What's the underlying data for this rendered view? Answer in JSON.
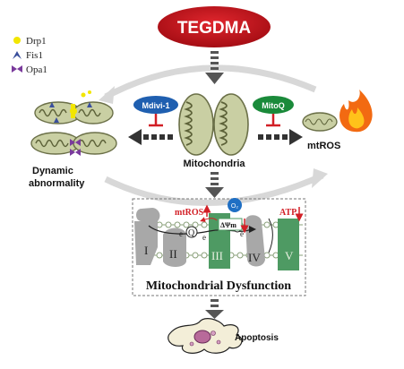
{
  "title_oval": {
    "label": "TEGDMA",
    "color": "#c8161d"
  },
  "legend": {
    "items": [
      {
        "label": "Drp1",
        "icon": "yellow-dot-icon",
        "color": "#f2e600"
      },
      {
        "label": "Fis1",
        "icon": "blue-chevron-icon",
        "color": "#3a4f9c"
      },
      {
        "label": "Opa1",
        "icon": "purple-bowtie-icon",
        "color": "#7a3a9c"
      }
    ]
  },
  "inhibitors": {
    "left": {
      "label": "Mdivi-1",
      "color": "#1f5fb0"
    },
    "right": {
      "label": "MitoQ",
      "color": "#1a8a3a"
    }
  },
  "labels": {
    "mitochondria": "Mitochondria",
    "mtros_right": "mtROS",
    "dynamic_line1": "Dynamic",
    "dynamic_line2": "abnormality",
    "dysfunction": "Mitochondrial Dysfunction",
    "apoptosis": "Apoptosis"
  },
  "etc": {
    "mtros": "mtROS",
    "o2": "O₂",
    "atp": "ATP",
    "delta_psi": "ΔΨm",
    "e_label": "e",
    "q_label": "Q",
    "complexes": [
      "I",
      "II",
      "III",
      "IV",
      "V"
    ]
  },
  "colors": {
    "mito_fill": "#c9cfa3",
    "mito_stroke": "#6b7048",
    "complex_gray": "#a8a8a8",
    "complex_green": "#4e9a63",
    "red": "#d21f26"
  }
}
